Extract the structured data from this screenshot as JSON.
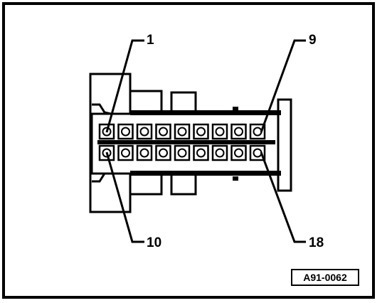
{
  "callouts": {
    "top_left": "1",
    "top_right": "9",
    "bottom_left": "10",
    "bottom_right": "18"
  },
  "reference_code": "A91-0062",
  "connector": {
    "pins_per_row": 9,
    "rows": 2
  }
}
